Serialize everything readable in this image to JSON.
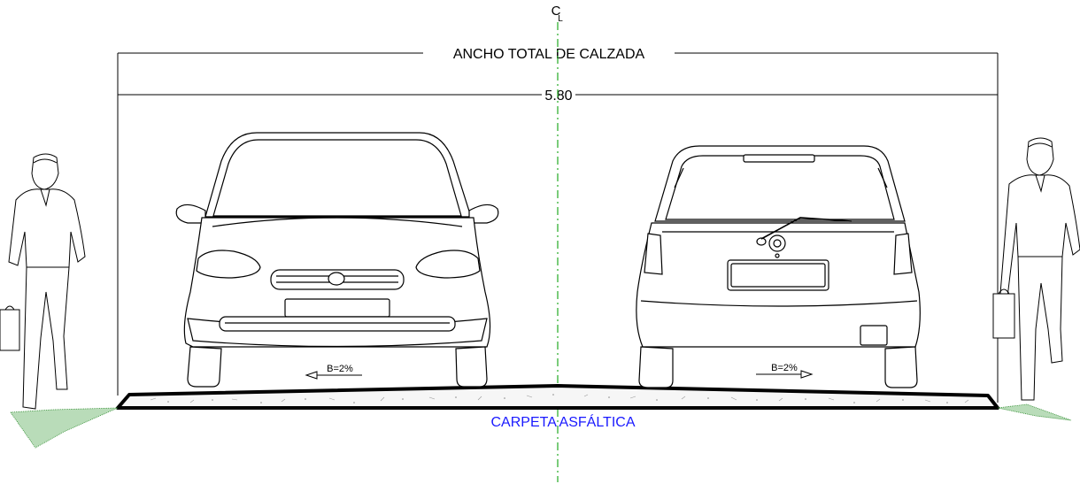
{
  "centerline_symbol": "C",
  "centerline_sub": "L",
  "total_width_label": "ANCHO TOTAL DE CALZADA",
  "width_value": "5.80",
  "slope_left": "B=2%",
  "slope_right": "B=2%",
  "pavement_label": "CARPETA ASFÁLTICA",
  "colors": {
    "line": "#000000",
    "centerline": "#22aa22",
    "pavement_label": "#1a1aff",
    "ground_hatch": "#2e8b2e"
  }
}
